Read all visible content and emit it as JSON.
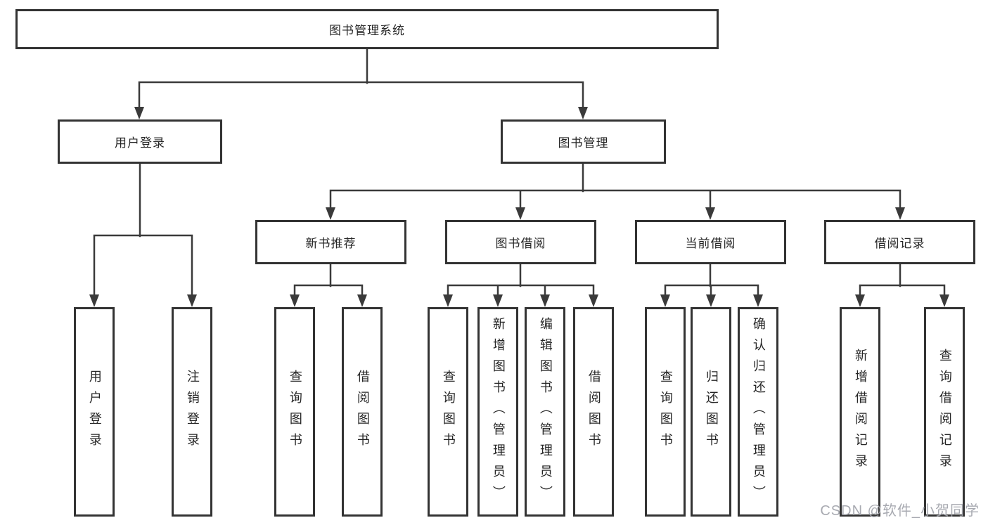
{
  "colors": {
    "line": "#3a3a3a",
    "box_border": "#333333",
    "box_fill": "#ffffff",
    "text": "#262626",
    "watermark": "#9fa1a9",
    "background": "#ffffff"
  },
  "watermark": {
    "text": "CSDN @软件_小贺同学"
  },
  "tree": {
    "root": {
      "label": "图书管理系统",
      "children": [
        {
          "label": "用户登录",
          "children": [
            {
              "label": "用户登录"
            },
            {
              "label": "注销登录"
            }
          ]
        },
        {
          "label": "图书管理",
          "children": [
            {
              "label": "新书推荐",
              "children": [
                {
                  "label": "查询图书"
                },
                {
                  "label": "借阅图书"
                }
              ]
            },
            {
              "label": "图书借阅",
              "children": [
                {
                  "label": "查询图书"
                },
                {
                  "label": "新增图书（管理员）"
                },
                {
                  "label": "编辑图书（管理员）"
                },
                {
                  "label": "借阅图书"
                }
              ]
            },
            {
              "label": "当前借阅",
              "children": [
                {
                  "label": "查询图书"
                },
                {
                  "label": "归还图书"
                },
                {
                  "label": "确认归还（管理员）"
                }
              ]
            },
            {
              "label": "借阅记录",
              "children": [
                {
                  "label": "新增借阅记录"
                },
                {
                  "label": "查询借阅记录"
                }
              ]
            }
          ]
        }
      ]
    }
  }
}
